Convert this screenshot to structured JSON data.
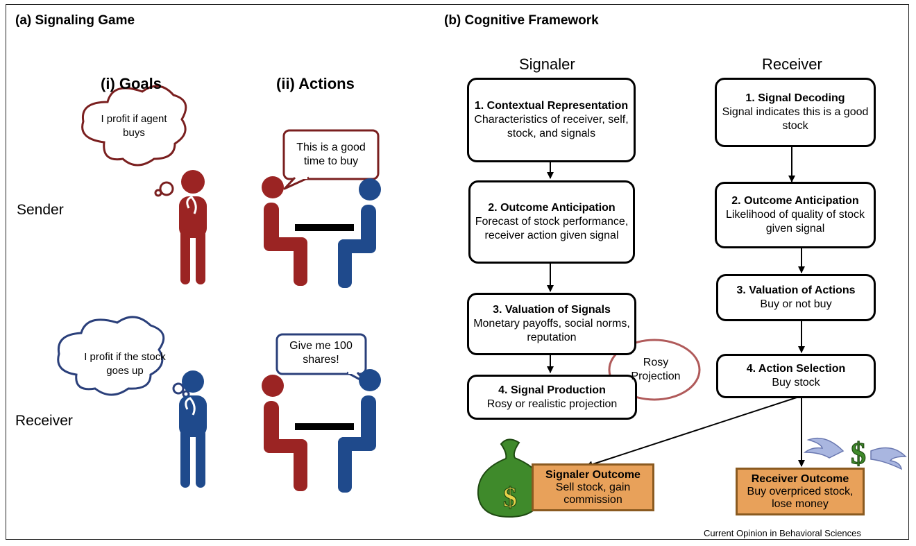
{
  "panel_a": {
    "title": "(a) Signaling Game",
    "goals_title": "(i) Goals",
    "actions_title": "(ii) Actions",
    "sender_label": "Sender",
    "receiver_label": "Receiver",
    "sender_thought": "I profit if agent buys",
    "sender_speech": "This is a good time to buy",
    "receiver_thought": "I profit if the stock goes up",
    "receiver_speech": "Give me 100 shares!"
  },
  "panel_b": {
    "title": "(b) Cognitive Framework",
    "signaler_heading": "Signaler",
    "receiver_heading": "Receiver",
    "signaler_steps": [
      {
        "title": "1. Contextual Representation",
        "body": "Characteristics of receiver, self, stock, and signals"
      },
      {
        "title": "2. Outcome Anticipation",
        "body": "Forecast of stock performance, receiver action given signal"
      },
      {
        "title": "3. Valuation of Signals",
        "body": "Monetary payoffs, social norms, reputation"
      },
      {
        "title": "4. Signal Production",
        "body": "Rosy or realistic projection"
      }
    ],
    "receiver_steps": [
      {
        "title": "1. Signal Decoding",
        "body": "Signal indicates this is a good stock"
      },
      {
        "title": "2. Outcome Anticipation",
        "body": "Likelihood of quality of stock given signal"
      },
      {
        "title": "3. Valuation of Actions",
        "body": "Buy or not buy"
      },
      {
        "title": "4. Action Selection",
        "body": "Buy stock"
      }
    ],
    "rosy_bubble": "Rosy Projection",
    "signaler_outcome": {
      "title": "Signaler Outcome",
      "body": "Sell stock, gain commission"
    },
    "receiver_outcome": {
      "title": "Receiver Outcome",
      "body": "Buy overpriced stock, lose money"
    }
  },
  "footer": "Current Opinion in Behavioral Sciences",
  "colors": {
    "sender_red": "#9b2423",
    "receiver_blue": "#1f4a8c",
    "outcome_orange": "#e8a15a",
    "money_green": "#3f8a2b"
  },
  "icons": [
    "thought-bubble-icon",
    "speech-bubble-icon",
    "person-icon",
    "table-icon",
    "money-bag-icon",
    "flying-money-icon"
  ]
}
